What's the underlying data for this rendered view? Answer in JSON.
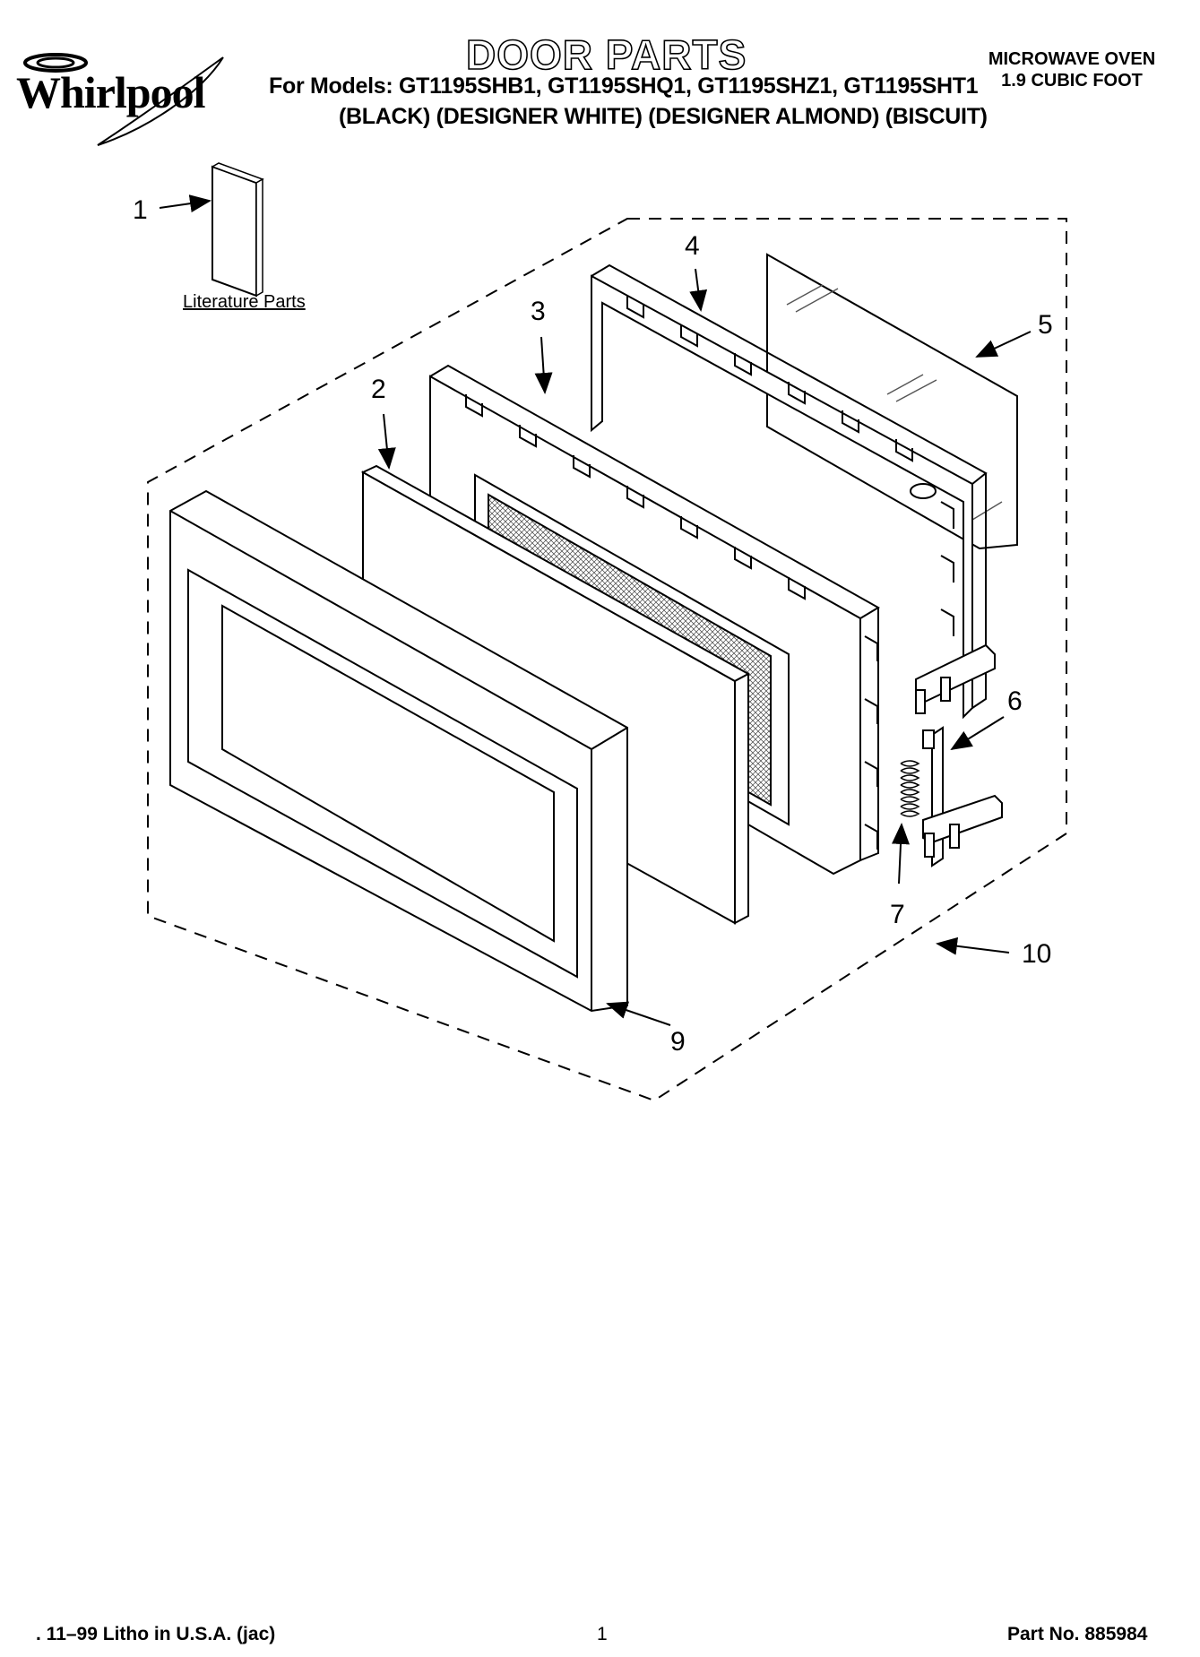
{
  "brand": "Whirlpool",
  "header": {
    "title": "DOOR PARTS",
    "models": "For Models: GT1195SHB1, GT1195SHQ1, GT1195SHZ1, GT1195SHT1",
    "colors": "(BLACK) (DESIGNER WHITE) (DESIGNER ALMOND) (BISCUIT)",
    "product_line1": "MICROWAVE OVEN",
    "product_line2": "1.9 CUBIC FOOT"
  },
  "literature_label": "Literature Parts",
  "callouts": [
    "1",
    "2",
    "3",
    "4",
    "5",
    "6",
    "7",
    "9",
    "10"
  ],
  "footer": {
    "litho": ". 11–99 Litho in U.S.A. (jac)",
    "page": "1",
    "part_no": "Part No. 885984"
  }
}
